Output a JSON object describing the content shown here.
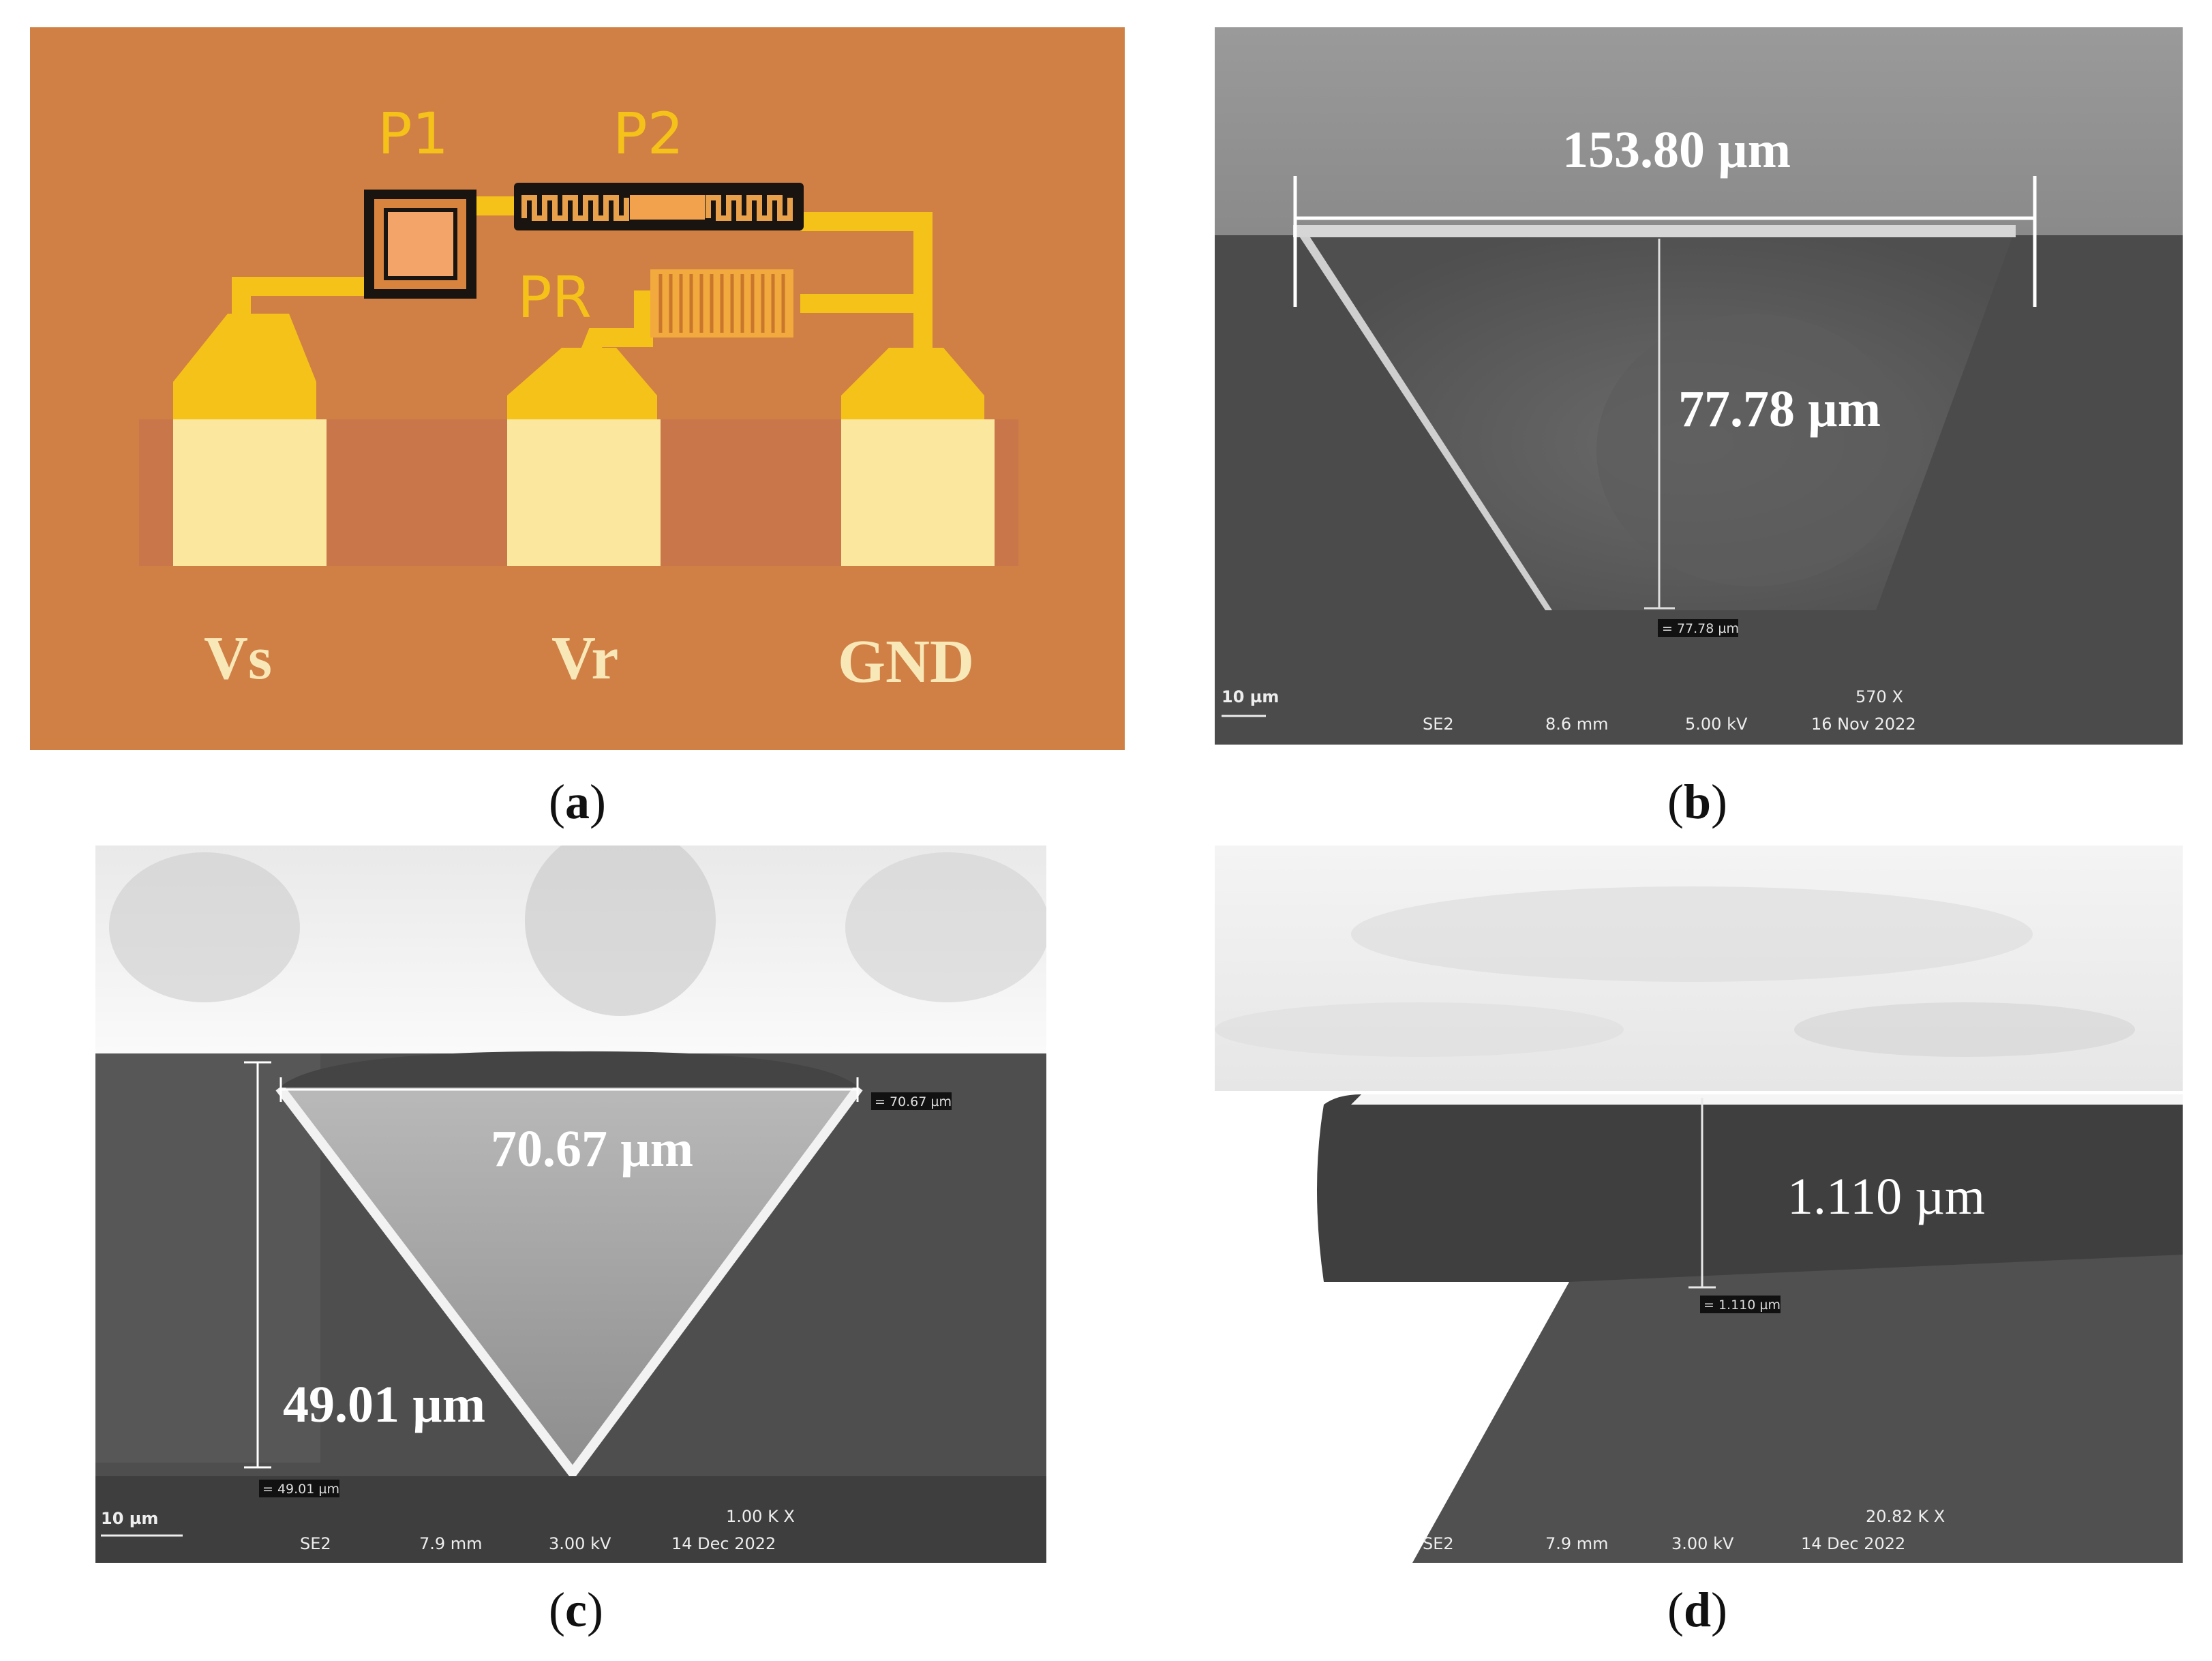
{
  "panels": {
    "a": {
      "caption_letter": "a",
      "labels": {
        "p1": "P1",
        "p2": "P2",
        "pr": "PR",
        "vs": "Vs",
        "vr": "Vr",
        "gnd": "GND"
      },
      "colors": {
        "substrate": "#D07F45",
        "trace": "#F5C21A",
        "pad": "#FBE79E",
        "text": "#F8E8B8"
      }
    },
    "b": {
      "caption_letter": "b",
      "width_label": "153.80 µm",
      "depth_label": "77.78 µm",
      "measure_tag": "= 77.78 µm",
      "scale_label": "10 µm",
      "info": {
        "mode": "SE2",
        "wd": "8.6 mm",
        "kv": "5.00 kV",
        "date": "16 Nov 2022",
        "mag": "570 X"
      }
    },
    "c": {
      "caption_letter": "c",
      "width_label": "70.67 µm",
      "depth_label": "49.01 µm",
      "width_tag": "= 70.67 µm",
      "depth_tag": "= 49.01 µm",
      "scale_label": "10 µm",
      "info": {
        "mode": "SE2",
        "wd": "7.9 mm",
        "kv": "3.00 kV",
        "date": "14 Dec 2022",
        "mag": "1.00 K X"
      }
    },
    "d": {
      "caption_letter": "d",
      "thickness_label": "1.110 µm",
      "measure_tag": "= 1.110 µm",
      "info": {
        "mode": "SE2",
        "wd": "7.9 mm",
        "kv": "3.00 kV",
        "date": "14 Dec 2022",
        "mag": "20.82 K X"
      }
    }
  }
}
